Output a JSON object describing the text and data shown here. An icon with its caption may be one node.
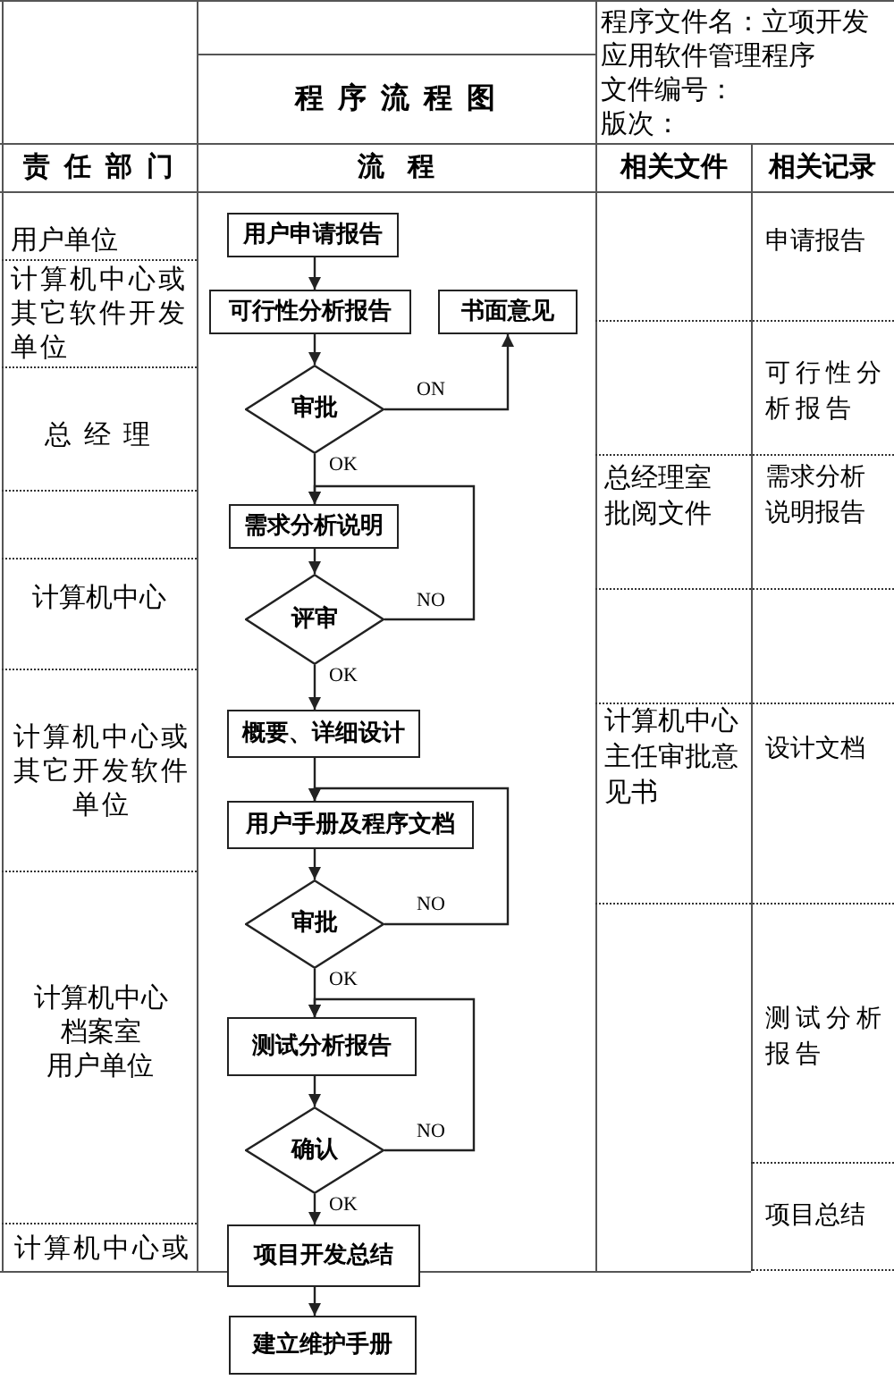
{
  "diagram": {
    "title": "程序流程图",
    "nodes": [
      {
        "text": [
          "用户申请报告"
        ]
      },
      {
        "text": [
          "可行性分析报告"
        ]
      },
      {
        "text": [
          "书面意见"
        ]
      },
      {
        "text": [
          "审批"
        ]
      },
      {
        "text": [
          "需求分析说明"
        ]
      },
      {
        "text": [
          "评审"
        ]
      },
      {
        "text": [
          "概要、详细设计"
        ]
      },
      {
        "text": [
          "用户手册及程序文档"
        ]
      },
      {
        "text": [
          "审批"
        ]
      },
      {
        "text": [
          "测试分析报告"
        ]
      },
      {
        "text": [
          "确认"
        ]
      },
      {
        "text": [
          "项目开发总结"
        ]
      },
      {
        "text": [
          "建立维护手册"
        ]
      }
    ],
    "edges": [
      {
        "from": 0,
        "to": 1,
        "arrow": "to"
      },
      {
        "from": 1,
        "to": 3,
        "arrow": "to"
      },
      {
        "from": 3,
        "to": 2,
        "arrow": "to",
        "label": "ON"
      },
      {
        "from": 3,
        "to": 4,
        "arrow": "to",
        "label": "OK"
      },
      {
        "from": 4,
        "to": 5,
        "arrow": "to"
      },
      {
        "from": 5,
        "to": 4,
        "arrow": "to",
        "label": "NO"
      },
      {
        "from": 5,
        "to": 6,
        "arrow": "to",
        "label": "OK"
      },
      {
        "from": 6,
        "to": 7,
        "arrow": "to"
      },
      {
        "from": 7,
        "to": 8,
        "arrow": "to"
      },
      {
        "from": 8,
        "to": 7,
        "arrow": "to",
        "label": "NO"
      },
      {
        "from": 8,
        "to": 9,
        "arrow": "to",
        "label": "OK"
      },
      {
        "from": 9,
        "to": 10,
        "arrow": "to"
      },
      {
        "from": 10,
        "to": 9,
        "arrow": "to",
        "label": "NO"
      },
      {
        "from": 10,
        "to": 11,
        "arrow": "to",
        "label": "OK"
      },
      {
        "from": 11,
        "to": 12,
        "arrow": "to"
      }
    ],
    "labels": [
      "程序文件名：立项开发应用软件管理程序",
      "文件编号：",
      "版次：",
      "责任部门",
      "流程",
      "相关文件",
      "相关记录",
      "用户单位",
      "申请报告",
      "计算机中心或其它软件开发单位",
      "可行性分析报告",
      "总经理",
      "总经理室批阅文件",
      "需求分析说明报告",
      "计算机中心",
      "计算机中心或其它开发软件单位",
      "计算机中心主任审批意见书",
      "设计文档",
      "计算机中心",
      "档案室",
      "用户单位",
      "测试分析报告",
      "项目总结",
      "计算机中心或"
    ]
  }
}
